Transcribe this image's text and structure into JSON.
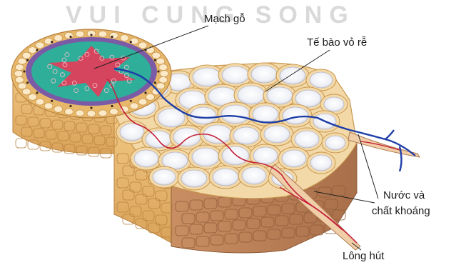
{
  "watermark": "VUI CUNG SONG",
  "labels": {
    "xylem": "Mạch gỗ",
    "cortex_cell": "Tế bào vỏ rễ",
    "water_line1": "Nước và",
    "water_line2": "chất khoáng",
    "root_hair": "Lông hút"
  },
  "colors": {
    "cell_fill": "#f3d9a8",
    "cell_stroke": "#c9974e",
    "vacuole": "#eef0f6",
    "outer_cell": "#e8b86a",
    "stele_red": "#d6455e",
    "stele_teal": "#2fae9a",
    "stele_purple": "#7b5aa6",
    "water_path_blue": "#1f3fa8",
    "water_path_red": "#c4213a"
  }
}
